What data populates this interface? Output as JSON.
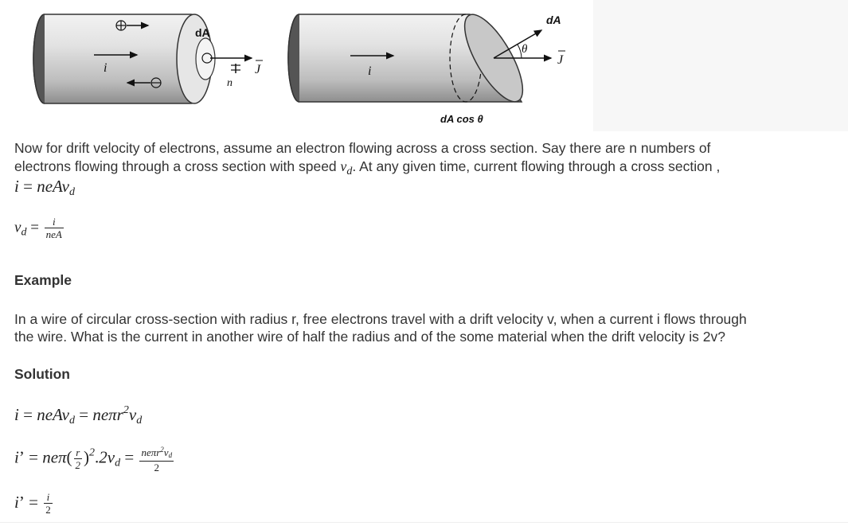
{
  "figure": {
    "left_labels": {
      "dA": "dA",
      "i": "i",
      "J": "J",
      "n": "n"
    },
    "right_labels": {
      "i": "i",
      "dA_vec": "dA",
      "theta": "θ",
      "J": "J",
      "dA_cos": "dA cos θ"
    }
  },
  "paragraph": {
    "line1": "Now for drift velocity of electrons, assume an electron flowing across a cross section. Say there are n numbers of",
    "line2_a": "electrons flowing through a cross section with speed ",
    "line2_b": ". At any given time, current flowing through a cross section ,"
  },
  "example": {
    "heading": "Example",
    "line1": "In a wire of circular cross-section with radius r, free electrons travel with a drift velocity v, when a current i flows through",
    "line2": "the wire. What is the current in another wire of half the radius and of the some material when the drift velocity is 2v?"
  },
  "solution": {
    "heading": "Solution"
  },
  "colors": {
    "text": "#333333",
    "tube": "#d9d9d9",
    "outline": "#333333"
  }
}
